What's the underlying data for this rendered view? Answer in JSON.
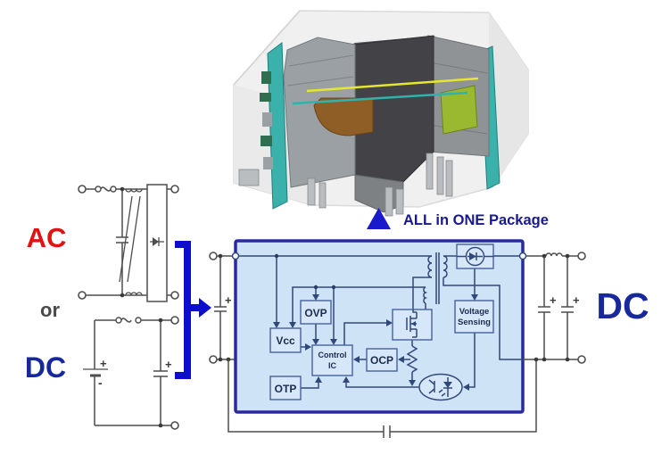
{
  "labels": {
    "ac": "AC",
    "or_label": "or",
    "dc_input": "DC",
    "dc_output": "DC",
    "package_note": "ALL in ONE Package"
  },
  "blocks": {
    "ovp": "OVP",
    "vcc": "Vcc",
    "control_line1": "Control",
    "control_line2": "IC",
    "ocp": "OCP",
    "otp": "OTP",
    "vsense_line1": "Voltage",
    "vsense_line2": "Sensing"
  },
  "symbols": {
    "plus": "+",
    "minus": "-"
  },
  "colors": {
    "accent_blue": "#0d0dcc",
    "ac_red": "#e01212",
    "navy_text": "#17279c",
    "box_fill": "#cfe3f7",
    "box_border": "#2a2a9e",
    "inner_wire": "#30487a",
    "outer_wire": "#4d4d4d",
    "pcb_teal": "#3ab1ab",
    "core_gray": "#424247",
    "winding_copper": "#8f5e26",
    "component_green": "#9ab830",
    "wire_yellow": "#e6e62e"
  }
}
